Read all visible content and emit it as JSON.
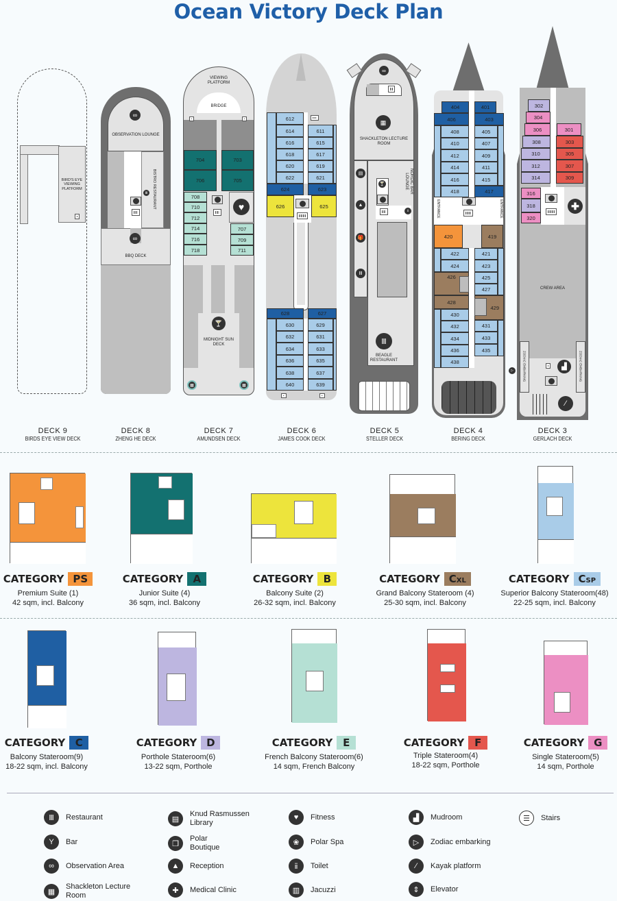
{
  "title": "Ocean Victory Deck Plan",
  "decks": [
    {
      "number": "DECK  9",
      "name": "BIRDS EYE VIEW DECK",
      "areas": [
        "BIRD'S EYE VIEWING PLATFORM"
      ]
    },
    {
      "number": "DECK  8",
      "name": "ZHENG HE DECK",
      "areas": [
        "OBSERVATION LOUNGE",
        "BISTRO RESTAURANT",
        "BBQ DECK"
      ]
    },
    {
      "number": "DECK  7",
      "name": "AMUNDSEN DECK",
      "areas": [
        "VIEWING PLATFORM",
        "BRIDGE",
        "MIDNIGHT SUN DECK"
      ],
      "cabins": {
        "a": [
          "704",
          "703",
          "706",
          "705"
        ],
        "e_left": [
          "708",
          "710",
          "712",
          "714",
          "716",
          "718"
        ],
        "e_right": [
          "707",
          "709",
          "711"
        ]
      }
    },
    {
      "number": "DECK  6",
      "name": "JAMES COOK DECK",
      "cabins": {
        "fwd_left": [
          "612",
          "614",
          "616",
          "618",
          "620",
          "622"
        ],
        "fwd_right": [
          "611",
          "615",
          "617",
          "619",
          "621"
        ],
        "c": [
          "624",
          "623"
        ],
        "b": [
          "626",
          "625"
        ],
        "c_aft": [
          "628",
          "627"
        ],
        "aft_left": [
          "630",
          "632",
          "634",
          "636",
          "638",
          "640"
        ],
        "aft_right": [
          "629",
          "631",
          "633",
          "635",
          "637",
          "639"
        ]
      }
    },
    {
      "number": "DECK  5",
      "name": "STELLER DECK",
      "areas": [
        "SHACKLETON LECTURE ROOM",
        "NORDIC BAR LOUNGE",
        "BEAGLE RESTAURANT"
      ]
    },
    {
      "number": "DECK  4",
      "name": "BERING DECK",
      "areas": [
        "ENTRANCE",
        "ENTRANCE"
      ],
      "cabins": {
        "c_left": [
          "404",
          "406"
        ],
        "c_right": [
          "401",
          "403"
        ],
        "fwd_left": [
          "408",
          "410",
          "412",
          "414",
          "416",
          "418"
        ],
        "fwd_right": [
          "405",
          "407",
          "409",
          "411",
          "415"
        ],
        "c_417": "417",
        "ps": "420",
        "cxl_right": "419",
        "aft_left": [
          "422",
          "424",
          "426",
          "428",
          "430",
          "432",
          "434",
          "436",
          "438"
        ],
        "aft_right": [
          "421",
          "423",
          "425",
          "427",
          "429",
          "431",
          "433",
          "435"
        ]
      }
    },
    {
      "number": "DECK  3",
      "name": "GERLACH DECK",
      "areas": [
        "CREW AREA",
        "ZODIAC EMBARKING",
        "ZODIAC EMBARKING"
      ],
      "cabins": {
        "left": [
          "302",
          "304",
          "306",
          "308",
          "310",
          "312",
          "314",
          "316",
          "318",
          "320"
        ],
        "right": [
          "301",
          "303",
          "305",
          "307",
          "309"
        ]
      }
    }
  ],
  "categories": [
    {
      "code": "PS",
      "label": "CATEGORY",
      "color": "#f4943b",
      "name": "Premium Suite (1)",
      "size": "42 sqm, incl. Balcony"
    },
    {
      "code": "A",
      "label": "CATEGORY",
      "color": "#137170",
      "name": "Junior Suite (4)",
      "size": "36 sqm, incl. Balcony"
    },
    {
      "code": "B",
      "label": "CATEGORY",
      "color": "#ede43c",
      "name": "Balcony Suite (2)",
      "size": "26-32 sqm, incl. Balcony"
    },
    {
      "code": "CXL",
      "code_main": "C",
      "code_sub": "XL",
      "label": "CATEGORY",
      "color": "#9b7d5f",
      "name": "Grand Balcony Stateroom (4)",
      "size": "25-30 sqm, incl. Balcony"
    },
    {
      "code": "CSP",
      "code_main": "C",
      "code_sub": "SP",
      "label": "CATEGORY",
      "color": "#a9cce8",
      "name": "Superior Balcony Stateroom(48)",
      "size": "22-25 sqm, incl. Balcony"
    },
    {
      "code": "C",
      "label": "CATEGORY",
      "color": "#1f5fa3",
      "name": "Balcony Stateroom(9)",
      "size": "18-22 sqm, incl. Balcony"
    },
    {
      "code": "D",
      "label": "CATEGORY",
      "color": "#bdb6e0",
      "name": "Porthole Stateroom(6)",
      "size": "13-22 sqm, Porthole"
    },
    {
      "code": "E",
      "label": "CATEGORY",
      "color": "#b5e0d4",
      "name": "French Balcony Stateroom(6)",
      "size": "14 sqm, French Balcony"
    },
    {
      "code": "F",
      "label": "CATEGORY",
      "color": "#e4574d",
      "name": "Triple Stateroom(4)",
      "size": "18-22 sqm, Porthole"
    },
    {
      "code": "G",
      "label": "CATEGORY",
      "color": "#ec8fc3",
      "name": "Single Stateroom(5)",
      "size": "14 sqm, Porthole"
    }
  ],
  "legend": [
    {
      "icon": "restaurant-icon",
      "glyph": "🍴",
      "label": "Restaurant"
    },
    {
      "icon": "bar-icon",
      "glyph": "🍸",
      "label": "Bar"
    },
    {
      "icon": "observation-icon",
      "glyph": "👀",
      "label": "Observation Area"
    },
    {
      "icon": "lecture-room-icon",
      "glyph": "▦",
      "label": "Shackleton Lecture Room"
    },
    {
      "icon": "library-icon",
      "glyph": "📖",
      "label": "Knud Rasmussen Library"
    },
    {
      "icon": "boutique-icon",
      "glyph": "🎁",
      "label": "Polar Boutique"
    },
    {
      "icon": "reception-icon",
      "glyph": "🛎",
      "label": "Reception"
    },
    {
      "icon": "medical-icon",
      "glyph": "✚",
      "label": "Medical Clinic"
    },
    {
      "icon": "fitness-icon",
      "glyph": "♥",
      "label": "Fitness"
    },
    {
      "icon": "spa-icon",
      "glyph": "❀",
      "label": "Polar Spa"
    },
    {
      "icon": "toilet-icon",
      "glyph": "🚻",
      "label": "Toilet"
    },
    {
      "icon": "jacuzzi-icon",
      "glyph": "♨",
      "label": "Jacuzzi"
    },
    {
      "icon": "mudroom-icon",
      "glyph": "👢",
      "label": "Mudroom"
    },
    {
      "icon": "zodiac-icon",
      "glyph": "▷",
      "label": "Zodiac embarking"
    },
    {
      "icon": "kayak-icon",
      "glyph": "⁄",
      "label": "Kayak platform"
    },
    {
      "icon": "elevator-icon",
      "glyph": "⇕",
      "label": "Elevator"
    },
    {
      "icon": "stairs-icon",
      "glyph": "☰",
      "label": "Stairs"
    }
  ]
}
